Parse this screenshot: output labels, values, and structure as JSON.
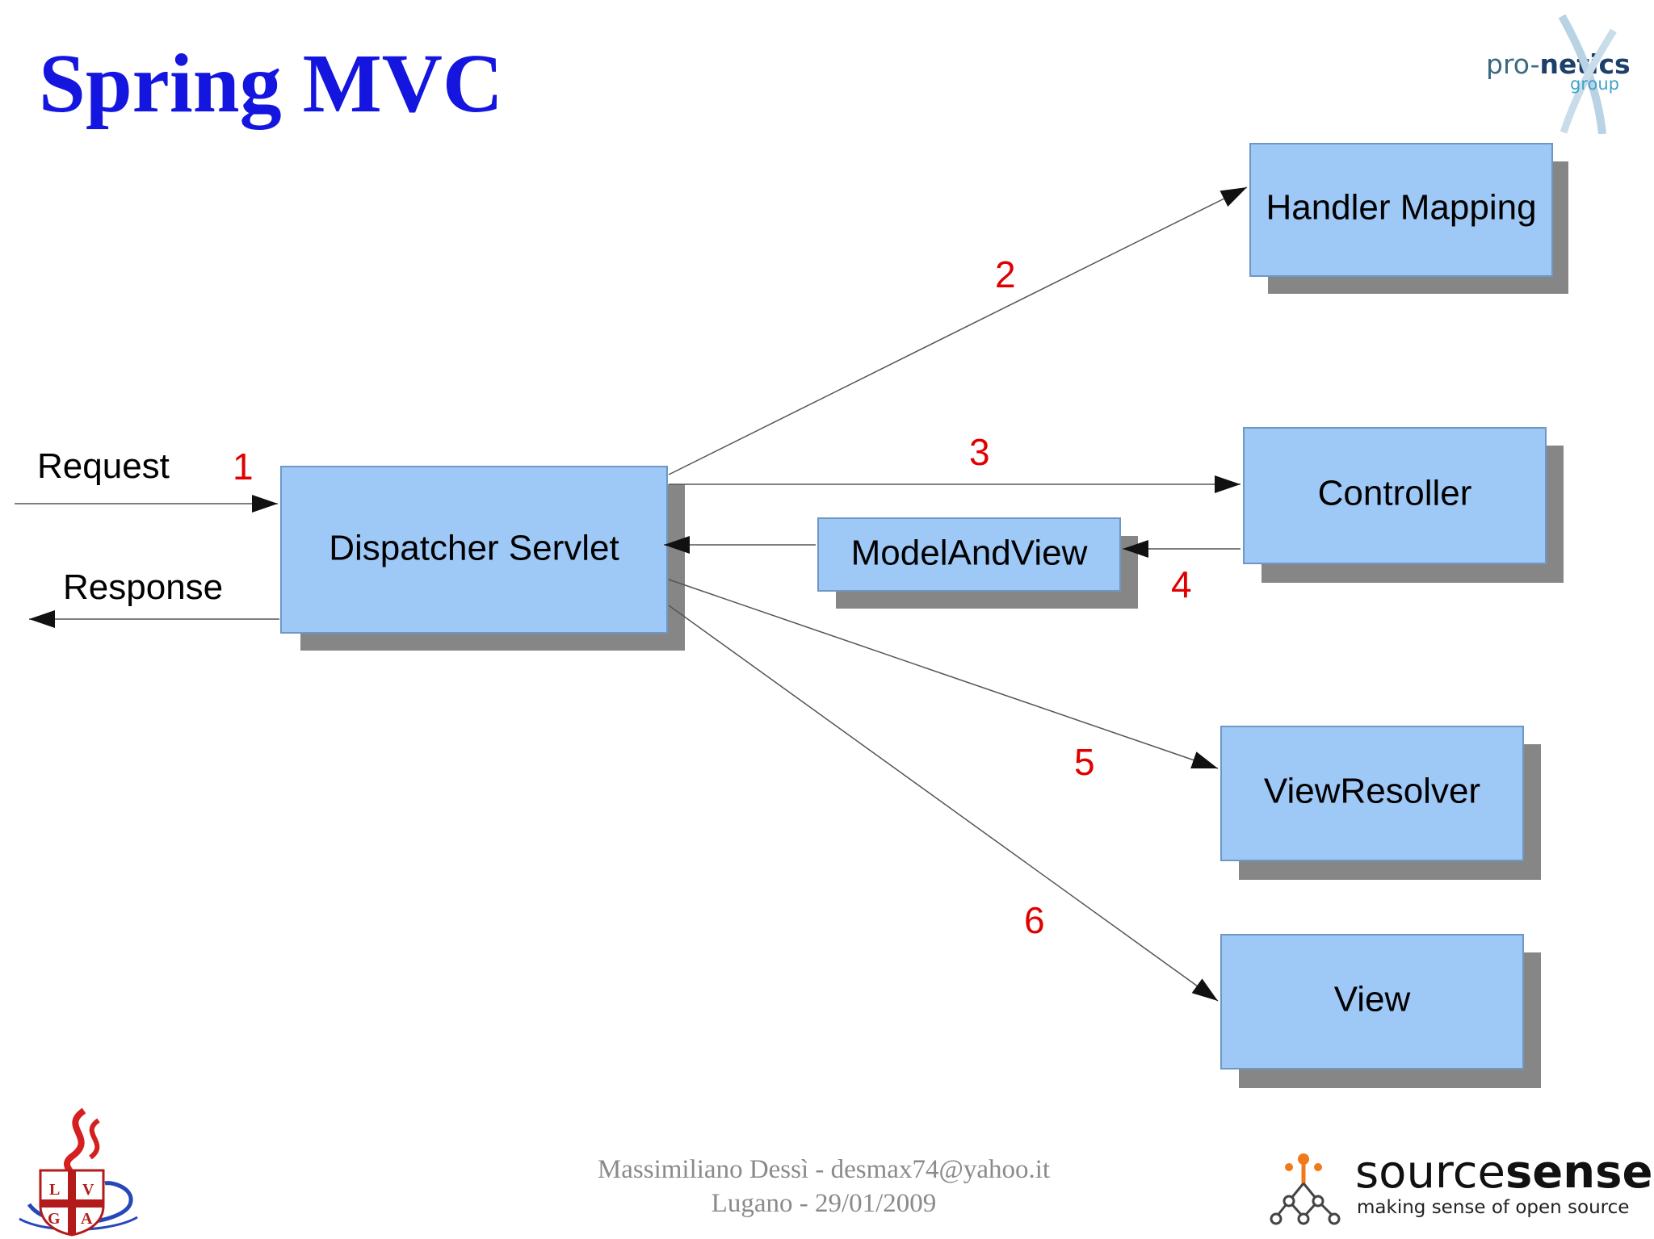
{
  "title": "Spring MVC",
  "boxes": {
    "dispatcher": "Dispatcher Servlet",
    "handler_mapping": "Handler Mapping",
    "controller": "Controller",
    "model_and_view": "ModelAndView",
    "view_resolver": "ViewResolver",
    "view": "View"
  },
  "flow_labels": {
    "request": "Request",
    "response": "Response"
  },
  "steps": [
    "1",
    "2",
    "3",
    "4",
    "5",
    "6"
  ],
  "footer": {
    "line1": "Massimiliano Dessì - desmax74@yahoo.it",
    "line2": "Lugano - 29/01/2009"
  },
  "brands": {
    "pronetics_prefix": "pro-",
    "pronetics_name": "netics",
    "pronetics_sub": "group",
    "sourcesense_prefix": "source",
    "sourcesense_name": "sense",
    "sourcesense_tagline": "making sense of open source",
    "lvga_letters": [
      "L",
      "V",
      "G",
      "A"
    ]
  },
  "colors": {
    "title": "#1515e0",
    "box_fill": "#9ec8f6",
    "box_stroke": "#6f97c4",
    "shadow": "#868686",
    "step_number": "#e00000",
    "arrow": "#555555"
  }
}
